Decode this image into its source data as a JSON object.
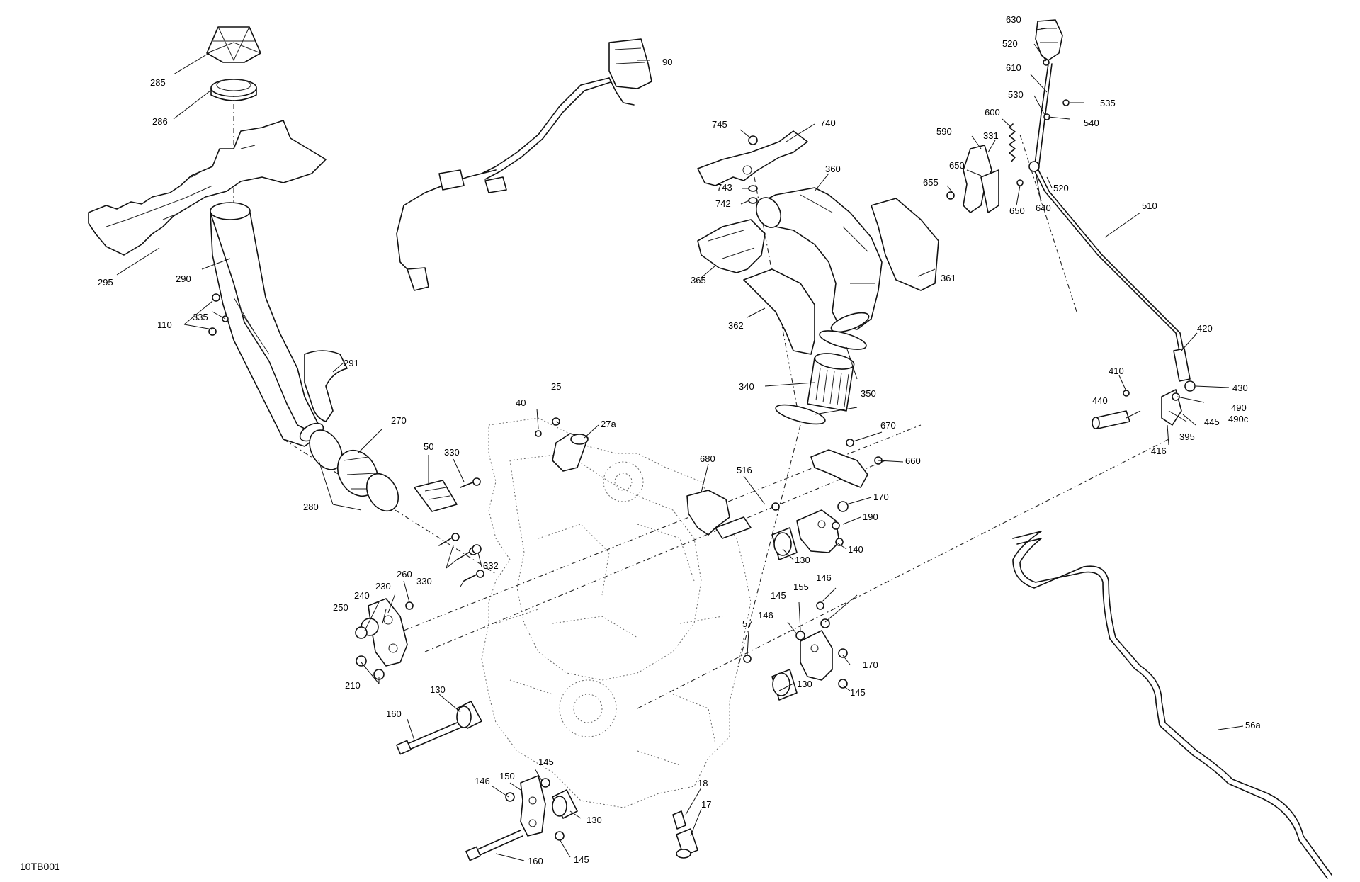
{
  "diagram": {
    "reference_code": "10TB001",
    "labels": {
      "l17": "17",
      "l18": "18",
      "l25": "25",
      "l27a": "27a",
      "l40": "40",
      "l50": "50",
      "l56a": "56a",
      "l57": "57",
      "l90": "90",
      "l110": "110",
      "l130a": "130",
      "l130b": "130",
      "l130c": "130",
      "l130d": "130",
      "l140": "140",
      "l145a": "145",
      "l145b": "145",
      "l145c": "145",
      "l145d": "145",
      "l146a": "146",
      "l146b": "146",
      "l146c": "146",
      "l150": "150",
      "l155": "155",
      "l160a": "160",
      "l160b": "160",
      "l170a": "170",
      "l170b": "170",
      "l190": "190",
      "l210": "210",
      "l230": "230",
      "l240": "240",
      "l250": "250",
      "l260": "260",
      "l270": "270",
      "l280": "280",
      "l285": "285",
      "l286": "286",
      "l290": "290",
      "l291": "291",
      "l295": "295",
      "l330a": "330",
      "l330b": "330",
      "l331": "331",
      "l332": "332",
      "l335": "335",
      "l340": "340",
      "l350": "350",
      "l360": "360",
      "l361": "361",
      "l362": "362",
      "l365": "365",
      "l395": "395",
      "l410": "410",
      "l416": "416",
      "l420": "420",
      "l430": "430",
      "l440": "440",
      "l445": "445",
      "l490": "490",
      "l490c": "490c",
      "l510": "510",
      "l516": "516",
      "l520a": "520",
      "l520b": "520",
      "l530": "530",
      "l535": "535",
      "l540": "540",
      "l590": "590",
      "l600": "600",
      "l610": "610",
      "l630": "630",
      "l640": "640",
      "l650a": "650",
      "l650b": "650",
      "l655": "655",
      "l660": "660",
      "l670": "670",
      "l680": "680",
      "l740": "740",
      "l742": "742",
      "l743": "743",
      "l745": "745"
    }
  }
}
